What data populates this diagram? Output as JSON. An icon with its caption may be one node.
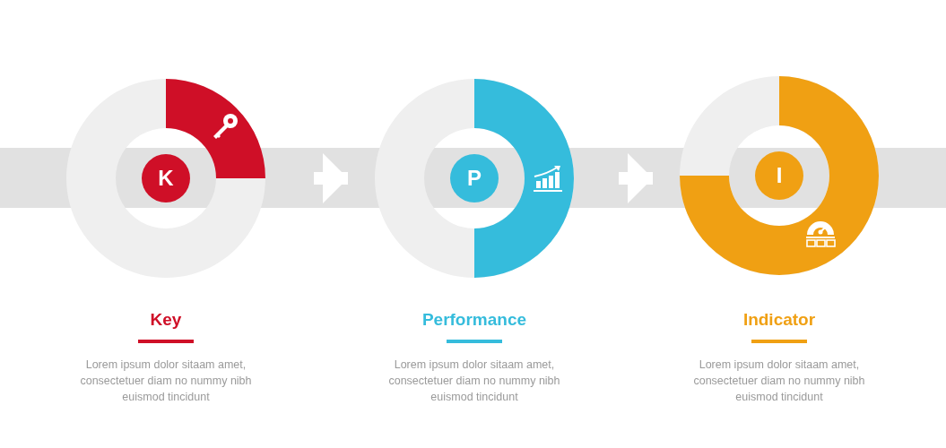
{
  "diagram": {
    "nodes": [
      {
        "text": [
          "K"
        ],
        "beside": [
          "Key",
          "Lorem ipsum dolor sitaam amet, consectetuer diam no nummy nibh euismod tincidunt"
        ]
      },
      {
        "text": [
          "P"
        ],
        "beside": [
          "Performance",
          "Lorem ipsum dolor sitaam amet, consectetuer diam no nummy nibh euismod tincidunt"
        ]
      },
      {
        "text": [
          "I"
        ],
        "beside": [
          "Indicator",
          "Lorem ipsum dolor sitaam amet, consectetuer diam no nummy nibh euismod tincidunt"
        ]
      }
    ],
    "edges": [
      {
        "from": 0,
        "to": 1,
        "arrow": "to"
      },
      {
        "from": 1,
        "to": 2,
        "arrow": "to"
      }
    ]
  }
}
